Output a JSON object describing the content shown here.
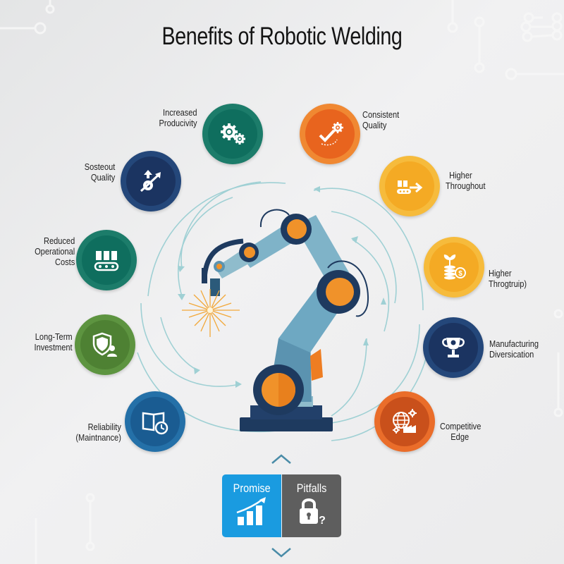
{
  "title": "Benefits of Robotic Welding",
  "colors": {
    "teal": "#0f6e5e",
    "navy": "#1b3461",
    "orange": "#e8641e",
    "amber": "#f4aa24",
    "green": "#4e8133",
    "blue": "#1a5c92",
    "deep_orange": "#d14f17",
    "promise_blue": "#1a9be0",
    "pitfalls_gray": "#5e5e5e",
    "arrow_teal": "#9fd0d4"
  },
  "benefits_left": [
    {
      "id": "increased-productivity",
      "line1": "Increased",
      "line2": "Producivity",
      "icon": "gears-icon",
      "color": "#0f6e5e"
    },
    {
      "id": "sostaout-quality",
      "line1": "Sosteout",
      "line2": "Quality",
      "icon": "growth-arrow-gear-icon",
      "color": "#1b3461"
    },
    {
      "id": "reduced-operational-costs",
      "line1": "Reduced",
      "line2": "Operational",
      "line3": "Costs",
      "icon": "conveyor-icon",
      "color": "#0f6e5e"
    },
    {
      "id": "long-term-investment",
      "line1": "Long-Term",
      "line2": "Investment",
      "icon": "shield-person-icon",
      "color": "#4e8133"
    },
    {
      "id": "reliability-maintenance",
      "line1": "Reliability",
      "line2": "(Maintnance)",
      "icon": "book-clock-icon",
      "color": "#1a5c92"
    }
  ],
  "benefits_right": [
    {
      "id": "consistent-quality",
      "line1": "Consistent",
      "line2": "Quality",
      "icon": "check-gear-icon",
      "color": "#e8641e"
    },
    {
      "id": "higher-throughout",
      "line1": "Higher",
      "line2": "Throughout",
      "icon": "conveyor-arrow-icon",
      "color": "#f4aa24"
    },
    {
      "id": "higher-throgtruip",
      "line1": "Higher",
      "line2": "Throgtruip)",
      "icon": "coins-plant-icon",
      "color": "#f4aa24"
    },
    {
      "id": "manufacturing-diversification",
      "line1": "Manufacturing",
      "line2": "Diversication",
      "icon": "trophy-icon",
      "color": "#1b3461"
    },
    {
      "id": "competitive-edge",
      "line1": "Competitive",
      "line2": "Edge",
      "icon": "globe-factory-icon",
      "color": "#d14f17"
    }
  ],
  "center": {
    "illustration": "robotic-welding-arm"
  },
  "toggle": {
    "promise": {
      "label": "Promise",
      "icon": "bar-chart-up-icon"
    },
    "pitfalls": {
      "label": "Pitfalls",
      "icon": "lock-question-icon"
    }
  }
}
